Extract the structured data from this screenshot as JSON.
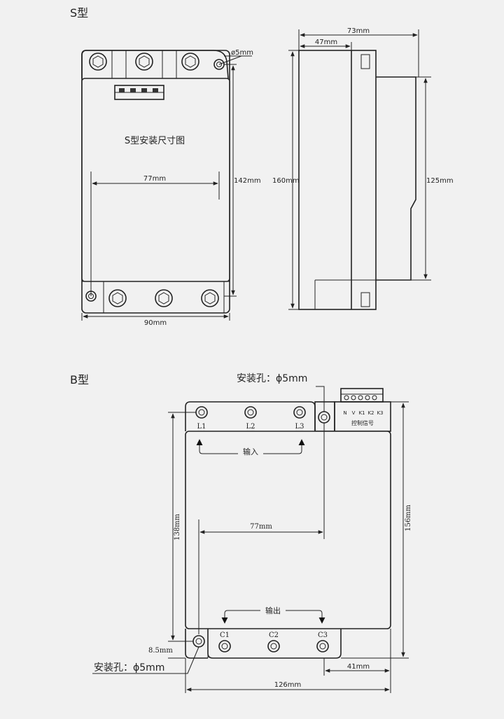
{
  "s_type": {
    "heading": "S型",
    "center_title": "S型安装尺寸图",
    "dims": {
      "hole": "ø5mm",
      "width_77": "77mm",
      "height_142": "142mm",
      "height_160": "160mm",
      "width_90": "90mm",
      "depth_73": "73mm",
      "depth_47": "47mm",
      "height_125": "125mm"
    }
  },
  "b_type": {
    "heading": "B型",
    "hole_top_label": "安装孔：ϕ5mm",
    "hole_bottom_label": "安装孔：ϕ5mm",
    "terminals_in": [
      "L1",
      "L2",
      "L3"
    ],
    "terminals_out": [
      "C1",
      "C2",
      "C3"
    ],
    "control_pins": [
      "N",
      "V",
      "K1",
      "K2",
      "K3"
    ],
    "control_label": "控制信号",
    "input_label": "输入",
    "output_label": "输出",
    "dims": {
      "width_77": "77mm",
      "height_138": "138mm",
      "height_156": "156mm",
      "offset_8_5": "8.5mm",
      "width_41": "41mm",
      "width_126": "126mm"
    }
  }
}
